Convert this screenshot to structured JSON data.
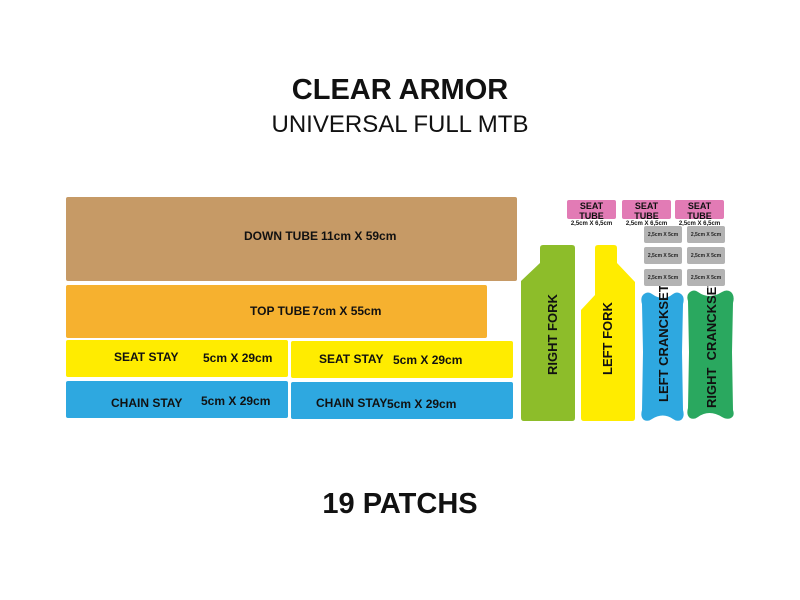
{
  "header": {
    "title": "CLEAR ARMOR",
    "subtitle": "UNIVERSAL FULL MTB"
  },
  "footer": {
    "patch_count": "19 PATCHS"
  },
  "patches": {
    "down_tube": {
      "label": "DOWN TUBE",
      "size": "11cm X 59cm",
      "color": "#c69a66"
    },
    "top_tube": {
      "label": "TOP TUBE",
      "size": "7cm X 55cm",
      "color": "#f6b12f"
    },
    "seat_stay_left": {
      "label": "SEAT STAY",
      "size": "5cm X 29cm",
      "color": "#ffec00"
    },
    "seat_stay_right": {
      "label": "SEAT STAY",
      "size": "5cm X 29cm",
      "color": "#ffec00"
    },
    "chain_stay_left": {
      "label": "CHAIN STAY",
      "size": "5cm X 29cm",
      "color": "#2ea8e0"
    },
    "chain_stay_right": {
      "label": "CHAIN STAY",
      "size": "5cm X 29cm",
      "color": "#2ea8e0"
    },
    "right_fork": {
      "label": "RIGHT FORK",
      "color": "#8dbd2a"
    },
    "left_fork": {
      "label": "LEFT FORK",
      "color": "#ffec00"
    },
    "left_crankset": {
      "label": "LEFT CRANCKSET",
      "color": "#2ea8e0"
    },
    "right_crankset": {
      "label": "RIGHT  CRANCKSET",
      "color": "#2aa85f"
    },
    "seat_tubes": [
      {
        "label": "SEAT TUBE",
        "size": "2,5cm X 6,5cm"
      },
      {
        "label": "SEAT TUBE",
        "size": "2,5cm X 6,5cm"
      },
      {
        "label": "SEAT TUBE",
        "size": "2,5cm X 6,5cm"
      }
    ],
    "small_patches": [
      {
        "size": "2,5cm X 5cm"
      },
      {
        "size": "2,5cm X 5cm"
      },
      {
        "size": "2,5cm X 5cm"
      },
      {
        "size": "2,5cm X 5cm"
      },
      {
        "size": "2,5cm X 5cm"
      },
      {
        "size": "2,5cm X 5cm"
      }
    ]
  }
}
